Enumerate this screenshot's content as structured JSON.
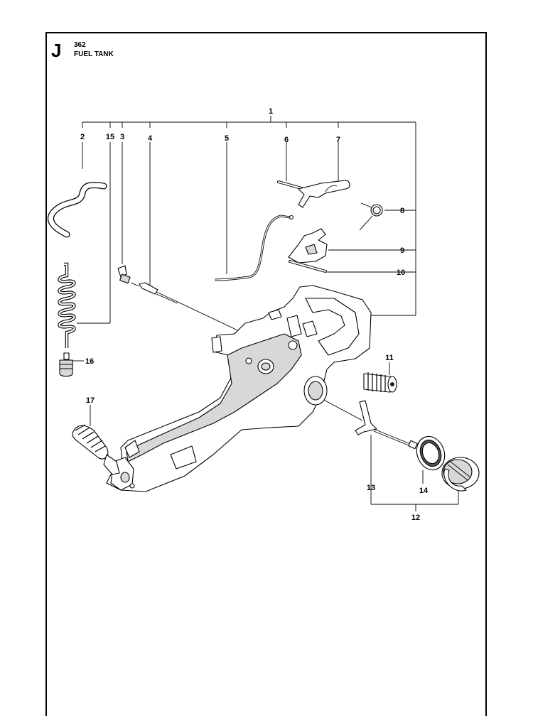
{
  "header": {
    "section_letter": "J",
    "model": "362",
    "title": "FUEL TANK"
  },
  "callouts": {
    "c1": "1",
    "c2": "2",
    "c3": "3",
    "c4": "4",
    "c5": "5",
    "c6": "6",
    "c7": "7",
    "c8": "8",
    "c9": "9",
    "c10": "10",
    "c11": "11",
    "c12": "12",
    "c13": "13",
    "c14": "14",
    "c15": "15",
    "c16": "16",
    "c17": "17"
  }
}
